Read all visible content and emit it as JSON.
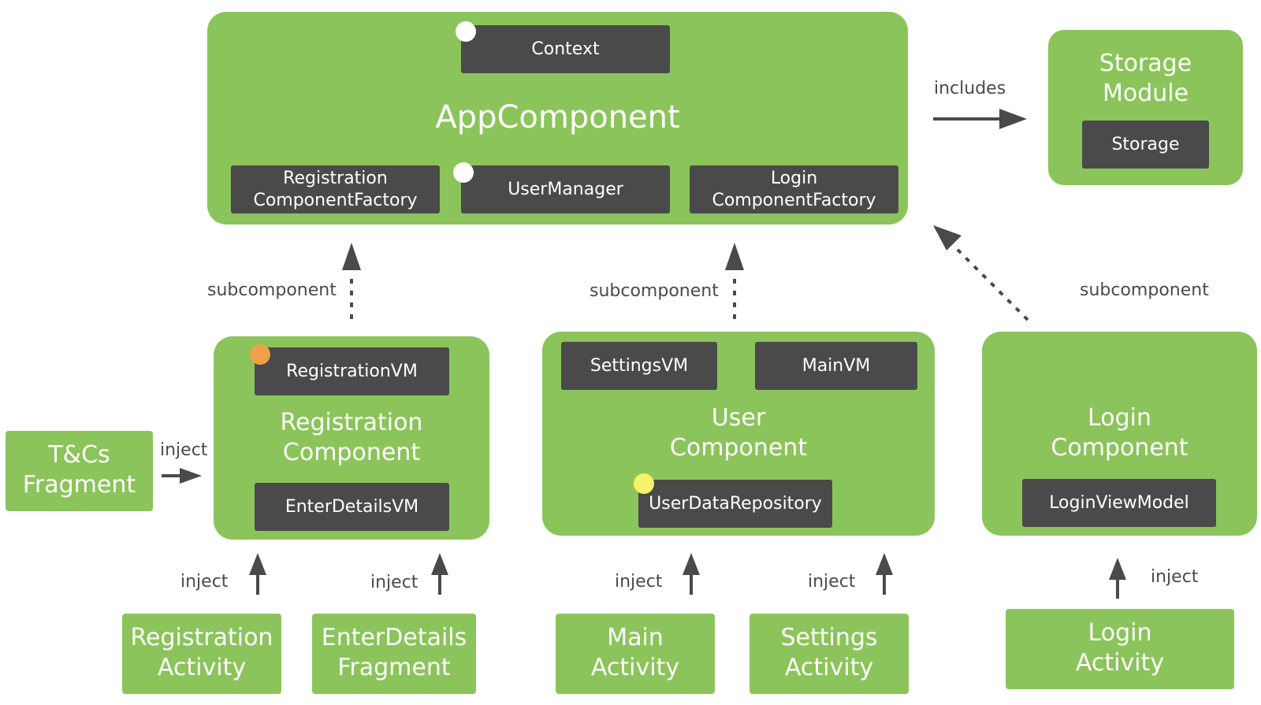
{
  "colors": {
    "component_green": "#8bc45a",
    "binding_dark": "#4a4a4a",
    "arrow_gray": "#4a4a4a",
    "scope_app": "#ffffff",
    "scope_registration": "#f0a04b",
    "scope_user": "#f4f36a"
  },
  "app_component": {
    "title": "AppComponent",
    "bindings": {
      "context": "Context",
      "registration_factory": "Registration\nComponentFactory",
      "user_manager": "UserManager",
      "login_factory": "Login\nComponentFactory"
    }
  },
  "storage_module": {
    "title": "Storage\nModule",
    "binding": "Storage",
    "edge_label": "includes"
  },
  "registration_component": {
    "title": "Registration\nComponent",
    "bindings": {
      "registration_vm": "RegistrationVM",
      "enter_details_vm": "EnterDetailsVM"
    },
    "edge_label": "subcomponent"
  },
  "user_component": {
    "title": "User\nComponent",
    "bindings": {
      "settings_vm": "SettingsVM",
      "main_vm": "MainVM",
      "user_data_repository": "UserDataRepository"
    },
    "edge_label": "subcomponent"
  },
  "login_component": {
    "title": "Login\nComponent",
    "bindings": {
      "login_view_model": "LoginViewModel"
    },
    "edge_label": "subcomponent"
  },
  "consumers": {
    "tcs_fragment": "T&Cs\nFragment",
    "registration_activity": "Registration\nActivity",
    "enter_details_fragment": "EnterDetails\nFragment",
    "main_activity": "Main\nActivity",
    "settings_activity": "Settings\nActivity",
    "login_activity": "Login\nActivity"
  },
  "inject_labels": {
    "tcs": "inject",
    "registration_activity": "inject",
    "enter_details": "inject",
    "main": "inject",
    "settings": "inject",
    "login": "inject"
  }
}
